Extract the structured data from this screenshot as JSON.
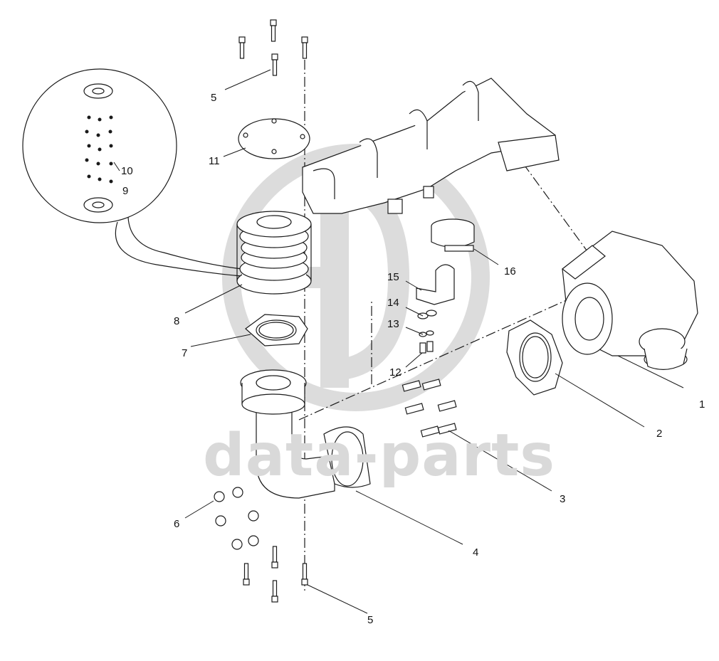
{
  "watermark": {
    "text": "data-parts",
    "color": "#d4d4d4"
  },
  "callouts": [
    {
      "id": "c1",
      "label": "1"
    },
    {
      "id": "c2",
      "label": "2"
    },
    {
      "id": "c3",
      "label": "3"
    },
    {
      "id": "c4",
      "label": "4"
    },
    {
      "id": "c5a",
      "label": "5"
    },
    {
      "id": "c5b",
      "label": "5"
    },
    {
      "id": "c6",
      "label": "6"
    },
    {
      "id": "c7",
      "label": "7"
    },
    {
      "id": "c8",
      "label": "8"
    },
    {
      "id": "c9",
      "label": "9"
    },
    {
      "id": "c10",
      "label": "10"
    },
    {
      "id": "c11",
      "label": "11"
    },
    {
      "id": "c12",
      "label": "12"
    },
    {
      "id": "c13",
      "label": "13"
    },
    {
      "id": "c14",
      "label": "14"
    },
    {
      "id": "c15",
      "label": "15"
    },
    {
      "id": "c16",
      "label": "16"
    }
  ],
  "colors": {
    "line": "#1a1a1a",
    "watermark": "#d4d4d4",
    "shade": "#e8e8e8"
  }
}
